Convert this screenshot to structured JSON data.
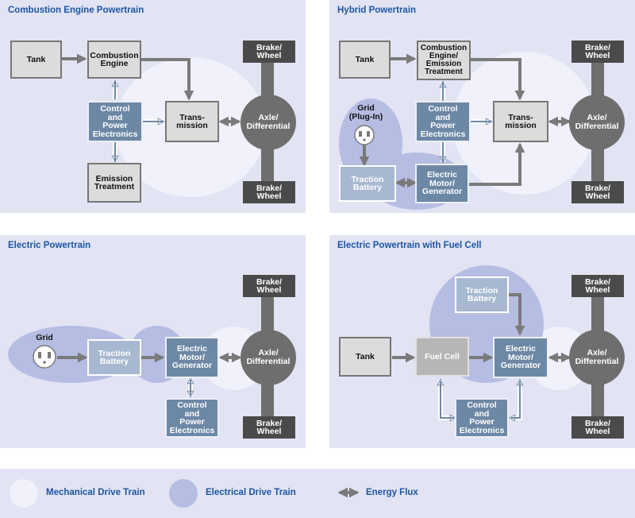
{
  "colors": {
    "panel_bg": "#e2e3f3",
    "title": "#1c56a3",
    "mechanical": "#f0f1fa",
    "electrical": "#b6bde3",
    "arrow": "#7a7a7a",
    "component_gray": "#dcdcdc",
    "electronics_blue": "#6d88a5",
    "axle": "#6e6e6e",
    "brake": "#4a4a4a"
  },
  "panels": {
    "combustion": {
      "title": "Combustion Engine Powertrain",
      "tank": "Tank",
      "engine": "Combustion\nEngine",
      "control": "Control\nand\nPower\nElectronics",
      "transmission": "Trans-\nmission",
      "emission": "Emission\nTreatment",
      "brake_top": "Brake/\nWheel",
      "axle": "Axle/\nDifferential",
      "brake_bottom": "Brake/\nWheel"
    },
    "hybrid": {
      "title": "Hybrid Powertrain",
      "tank": "Tank",
      "engine": "Combustion\nEngine/\nEmission\nTreatment",
      "grid": "Grid\n(Plug-In)",
      "control": "Control\nand\nPower\nElectronics",
      "transmission": "Trans-\nmission",
      "battery": "Traction\nBattery",
      "motor": "Electric\nMotor/\nGenerator",
      "brake_top": "Brake/\nWheel",
      "axle": "Axle/\nDifferential",
      "brake_bottom": "Brake/\nWheel"
    },
    "electric": {
      "title": "Electric Powertrain",
      "grid": "Grid",
      "battery": "Traction\nBattery",
      "motor": "Electric\nMotor/\nGenerator",
      "control": "Control\nand\nPower\nElectronics",
      "brake_top": "Brake/\nWheel",
      "axle": "Axle/\nDifferential",
      "brake_bottom": "Brake/\nWheel"
    },
    "fuelcell": {
      "title": "Electric Powertrain with Fuel Cell",
      "tank": "Tank",
      "fuel_cell": "Fuel Cell",
      "battery": "Traction\nBattery",
      "motor": "Electric\nMotor/\nGenerator",
      "control": "Control\nand\nPower\nElectronics",
      "brake_top": "Brake/\nWheel",
      "axle": "Axle/\nDifferential",
      "brake_bottom": "Brake/\nWheel"
    }
  },
  "legend": {
    "mechanical": "Mechanical Drive Train",
    "electrical": "Electrical Drive Train",
    "energy_flux": "Energy Flux"
  }
}
